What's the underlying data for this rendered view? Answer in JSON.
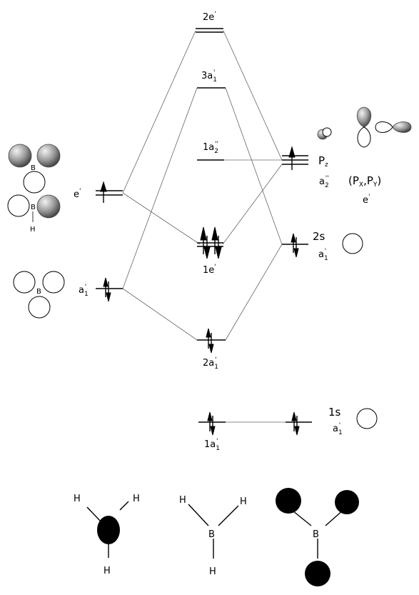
{
  "mo_levels": {
    "l_2e": {
      "name": "2e",
      "sup": "'"
    },
    "l_3a1": {
      "name": "3a",
      "sub": "1",
      "sup": "'"
    },
    "l_1a2": {
      "name": "1a",
      "sub": "2",
      "sup": "''"
    },
    "l_1e": {
      "name": "1e",
      "sup": "'"
    },
    "l_2a1": {
      "name": "2a",
      "sub": "1",
      "sup": "'"
    },
    "l_1a1": {
      "name": "1a",
      "sub": "1",
      "sup": "'"
    }
  },
  "ligand_levels": {
    "e_prime": {
      "name": "e",
      "sup": "'"
    },
    "a1_prime": {
      "name": "a",
      "sub": "1",
      "sup": "'"
    }
  },
  "boron_orbitals": {
    "p": {
      "label": "P",
      "sub": "z",
      "sym": "a",
      "sym_sub": "2",
      "sym_sup": "''"
    },
    "pxy": {
      "open": "(P",
      "x": "X",
      "comma": ",P",
      "y": "Y",
      "close": ")",
      "sym": "e",
      "sym_sup": "'"
    },
    "s2": {
      "label": "2s",
      "sym": "a",
      "sym_sub": "1",
      "sym_sup": "'"
    },
    "s1": {
      "label": "1s",
      "sym": "a",
      "sym_sub": "1",
      "sym_sup": "'"
    }
  },
  "atoms": {
    "B": "B",
    "H": "H"
  },
  "colors": {
    "line": "#000000",
    "connector": "#666666",
    "filled_orbital": "#000000",
    "shaded_orbital": "#8a8a8a"
  }
}
